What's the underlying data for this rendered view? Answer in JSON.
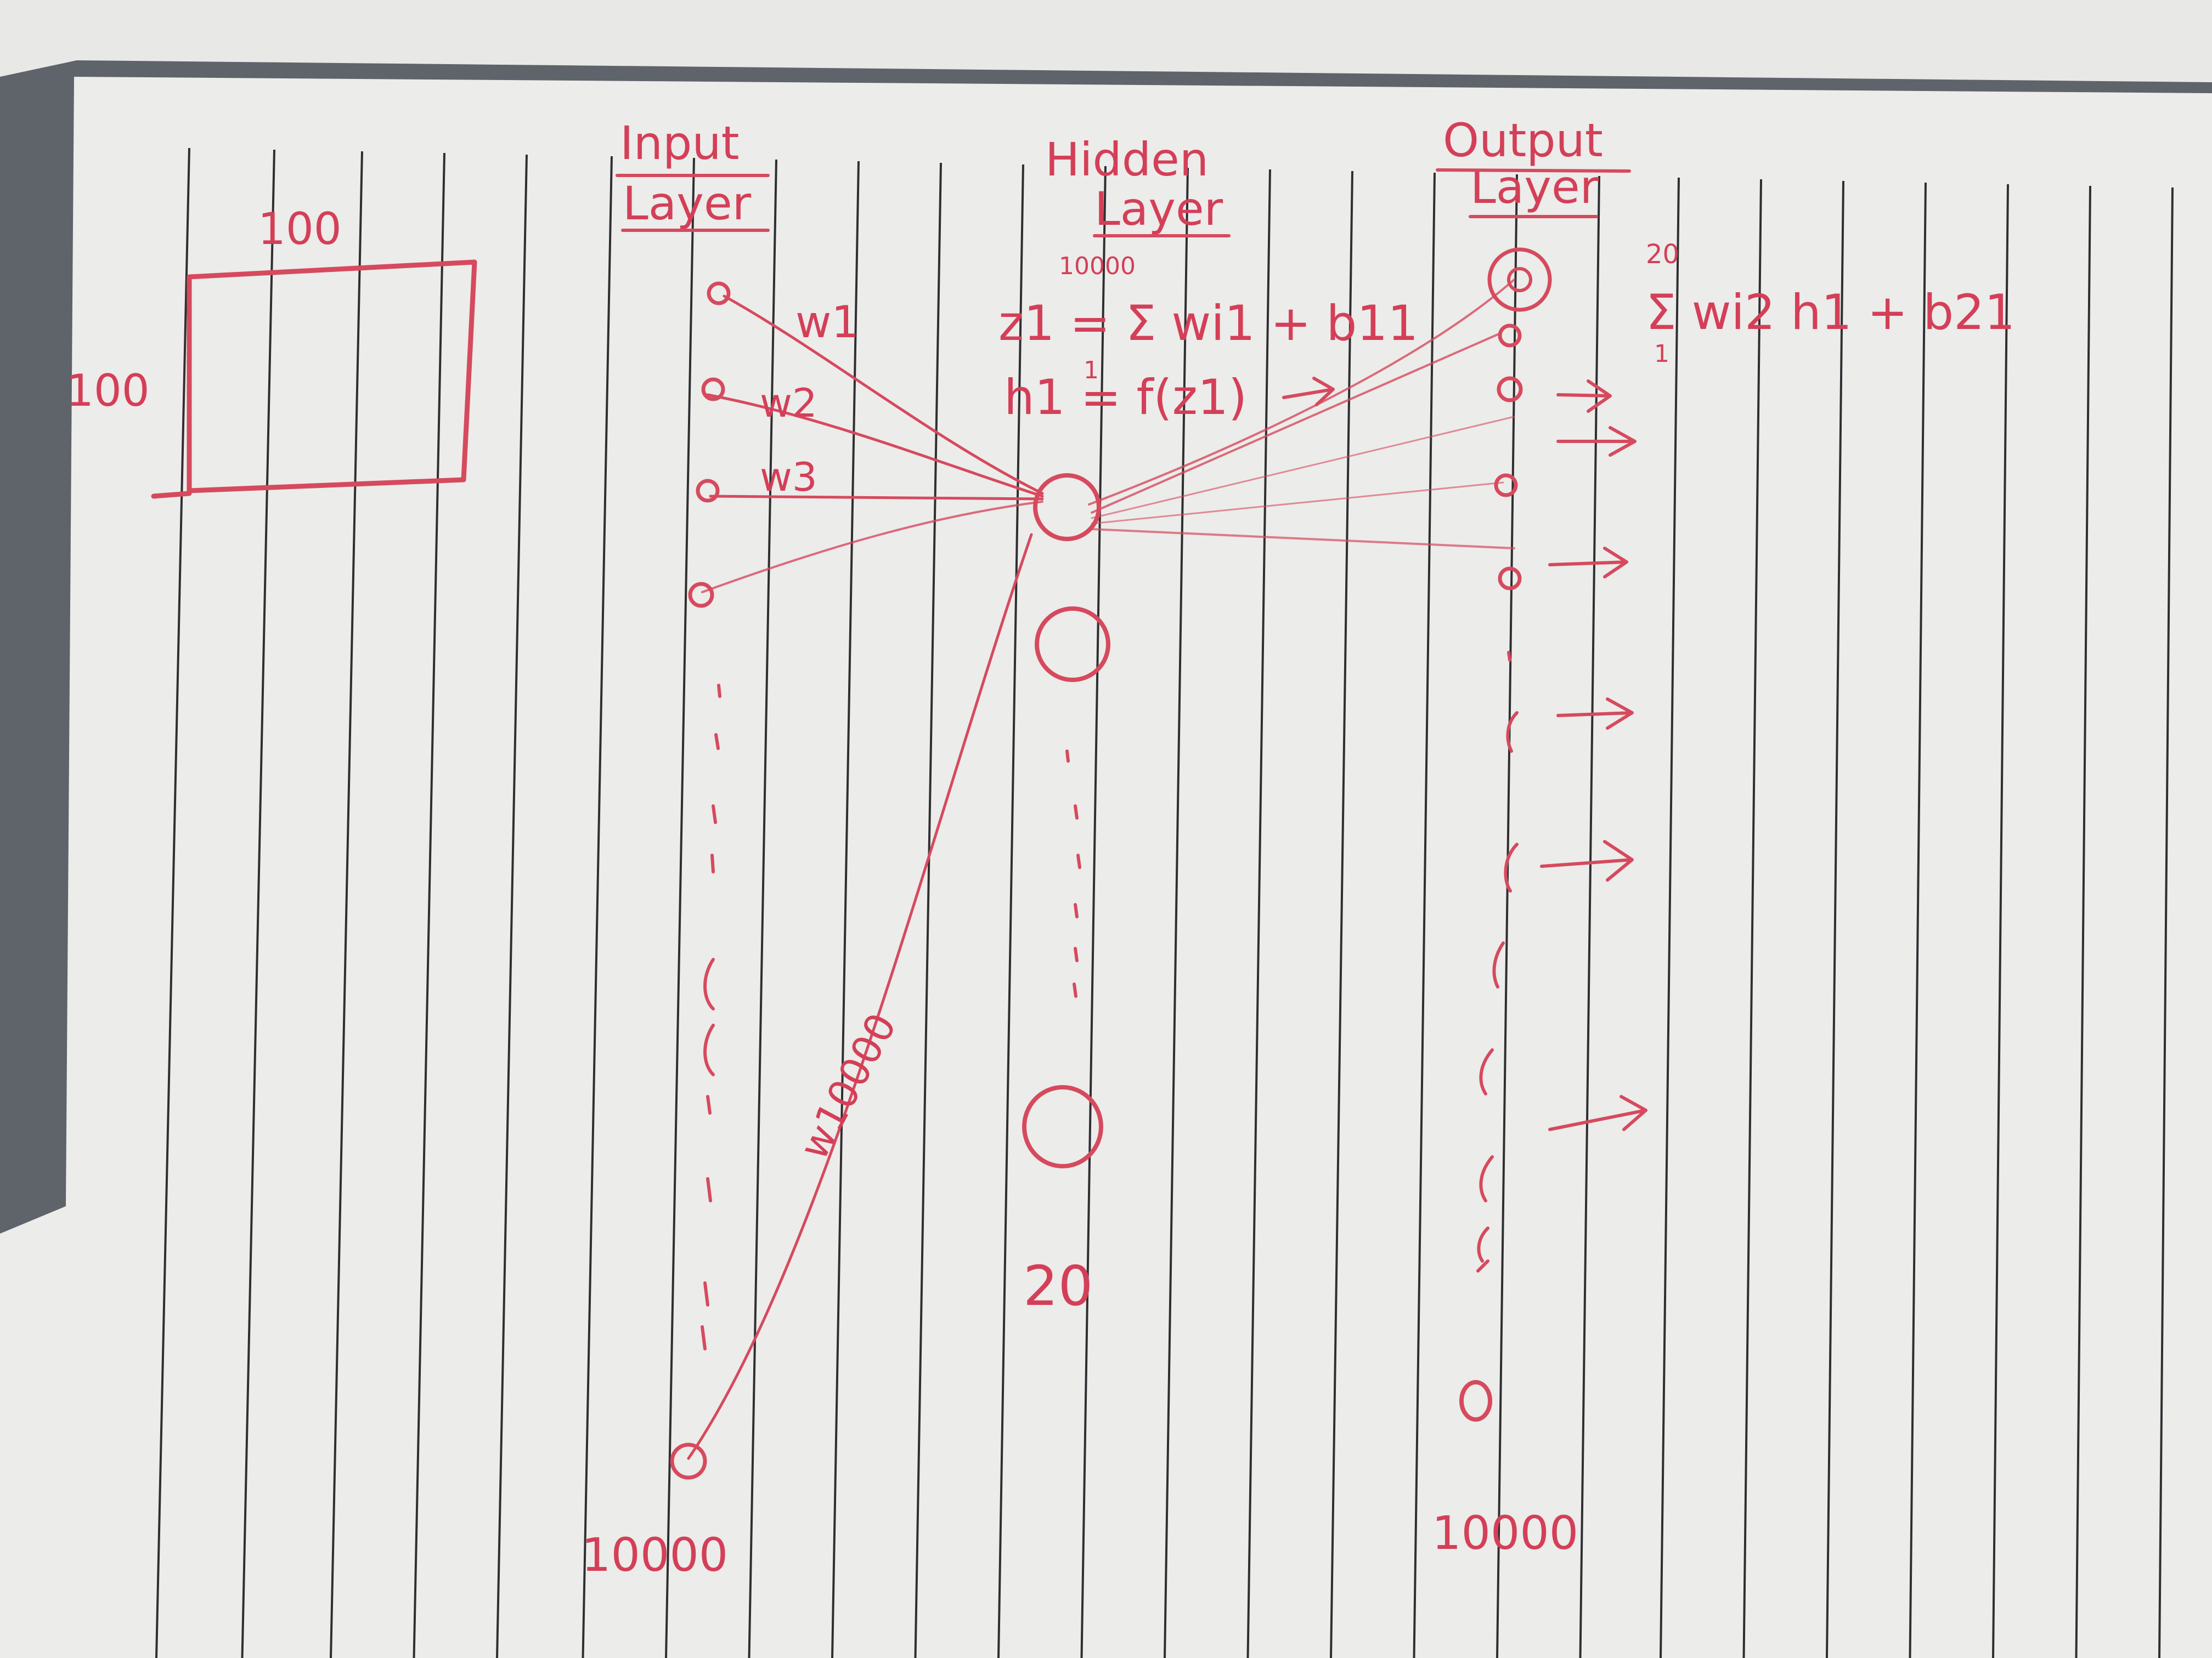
{
  "colors": {
    "ink": "#d64a5e",
    "paper": "#ececea",
    "rule": "#2f2f33",
    "desk": "#5f636a"
  },
  "image_box": {
    "side_top": "100",
    "side_left": "100"
  },
  "input_layer": {
    "title_line1": "Input",
    "title_line2": "Layer",
    "count": "10000",
    "weights": [
      "w1",
      "w2",
      "w3",
      "w10000"
    ]
  },
  "hidden_layer": {
    "title_line1": "Hidden",
    "title_line2": "Layer",
    "count": "20",
    "eq_z": "z1 = Σ wi1 + b11",
    "eq_z_upper": "10000",
    "eq_z_lower": "1",
    "eq_h": "h1 = f(z1)"
  },
  "output_layer": {
    "title_line1": "Output",
    "title_line2": "Layer",
    "count": "10000",
    "eq_out": "Σ wi2 h1 + b21",
    "eq_out_upper": "20",
    "eq_out_lower": "1"
  }
}
